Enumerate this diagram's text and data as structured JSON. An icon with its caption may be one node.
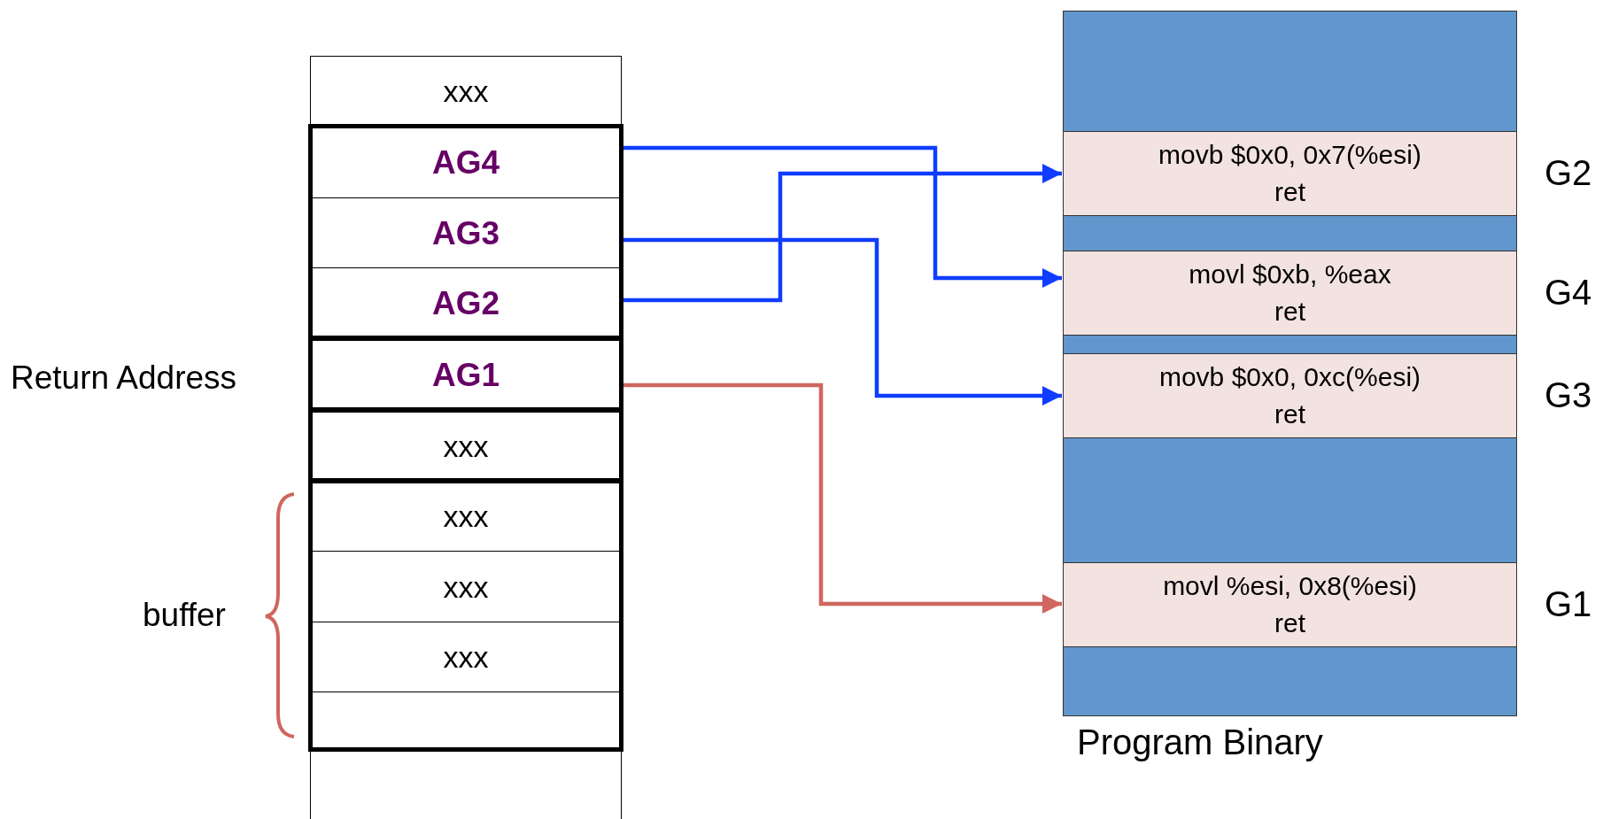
{
  "diagram": {
    "nodes": [
      {
        "text": [
          "xxx"
        ]
      },
      {
        "text": [
          "AG4"
        ]
      },
      {
        "text": [
          "AG3"
        ]
      },
      {
        "text": [
          "AG2"
        ]
      },
      {
        "text": [
          "AG1"
        ]
      },
      {
        "text": [
          "xxx"
        ]
      },
      {
        "text": [
          "xxx"
        ]
      },
      {
        "text": [
          "xxx"
        ]
      },
      {
        "text": [
          "xxx"
        ]
      },
      {
        "text": [],
        "shape": "box"
      },
      {
        "text": [],
        "shape": "box"
      },
      {
        "text": [
          "Program Binary"
        ]
      },
      {
        "text": [
          "movb $0x0, 0x7(%esi)",
          "ret"
        ],
        "in": 11,
        "beside": [
          "G2"
        ]
      },
      {
        "text": [
          "movl $0xb, %eax",
          "ret"
        ],
        "in": 11,
        "beside": [
          "G4"
        ]
      },
      {
        "text": [
          "movb $0x0, 0xc(%esi)",
          "ret"
        ],
        "in": 11,
        "beside": [
          "G3"
        ]
      },
      {
        "text": [
          "movl %esi, 0x8(%esi)",
          "ret"
        ],
        "in": 11,
        "beside": [
          "G1"
        ]
      }
    ],
    "edges": [
      {
        "from": 1,
        "to": 13,
        "arrow": "to"
      },
      {
        "from": 2,
        "to": 14,
        "arrow": "to"
      },
      {
        "from": 3,
        "to": 12,
        "arrow": "to"
      },
      {
        "from": 4,
        "to": 15,
        "arrow": "to",
        "color": "#d0665e"
      }
    ],
    "labels": [
      "Return Address",
      "buffer"
    ]
  }
}
